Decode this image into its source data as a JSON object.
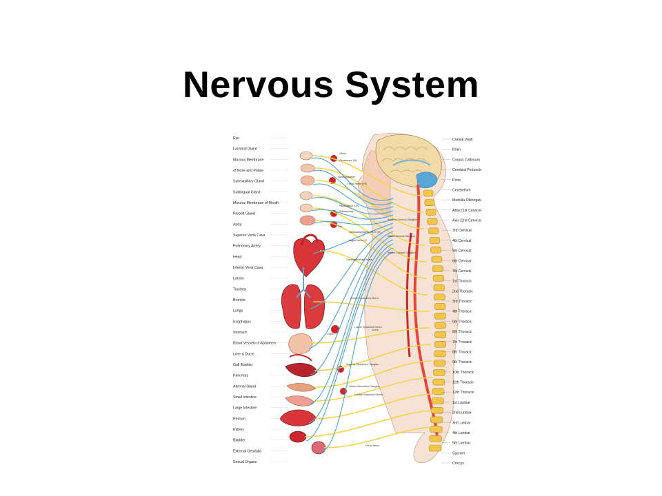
{
  "title": "Nervous System",
  "left_labels": [
    "Eye",
    "Lacrimal Gland",
    "Mucous Membrane",
    "of Nose and Palate",
    "Submaxillary Gland",
    "Sublingual Gland",
    "Mucous Membrane of Mouth",
    "Parotid Gland",
    "Aorta",
    "Superior Vena Cava",
    "Pulmonary Artery",
    "Heart",
    "Inferior Vena Cava",
    "Larynx",
    "Trachea",
    "Bronchi",
    "Lungs",
    "Esophagus",
    "Stomach",
    "Blood Vessels of Abdomen",
    "Liver & Ducts",
    "Gall Bladder",
    "Pancreas",
    "Adrenal Gland",
    "Small Intestine",
    "Large Intestine",
    "Rectum",
    "Kidney",
    "Bladder",
    "External Genitalia",
    "Sexual Organs"
  ],
  "right_labels": [
    "Cranial Vault",
    "Brain",
    "Corpus Callosum",
    "Cerebral Peduncle",
    "Pons",
    "Cerebellum",
    "Medulla Oblongata",
    "Atlas (1st Cervical)",
    "Axis (2nd Cervical)",
    "3rd Cervical",
    "4th Cervical",
    "5th Cervical",
    "6th Cervical",
    "7th Cervical",
    "1st Thoracic",
    "2nd Thoracic",
    "3rd Thoracic",
    "4th Thoracic",
    "5th Thoracic",
    "6th Thoracic",
    "7th Thoracic",
    "8th Thoracic",
    "9th Thoracic",
    "10th Thoracic",
    "11th Thoracic",
    "12th Thoracic",
    "1st Lumbar",
    "2nd Lumbar",
    "3rd Lumbar",
    "4th Lumbar",
    "5th Lumbar",
    "Sacrum",
    "Coccyx"
  ],
  "inner_labels": [
    "Ciliary",
    "Oculomotor (III)",
    "Sphenopalatine",
    "Facial Nerve (VII)",
    "Facial Nerve (VII)",
    "Submaxillary",
    "Otic",
    "Glossopharyngeal Nerve (IX)",
    "Vagus Nerve (X)",
    "Superior Cervical Ganglion",
    "Middle Cervical Ganglion",
    "Inferior Cervical Ganglion",
    "Cardiopulmonary Nerve",
    "Greater Splanchnic Nerve",
    "Lesser Splanchnic Nerve",
    "Aorta",
    "Celiac",
    "Superior Mesenteric Ganglion",
    "Inferior Mesenteric Ganglion",
    "Lumbar Splanchnic Nerve",
    "Pelvic Nerve"
  ],
  "colors": {
    "nerve_yellow": "#f3d34a",
    "nerve_blue": "#5aa6d6",
    "organ_red": "#d8343a",
    "bone_yellow": "#f2c64a",
    "skin": "#f7d8c4",
    "brain": "#f1d9a8"
  }
}
